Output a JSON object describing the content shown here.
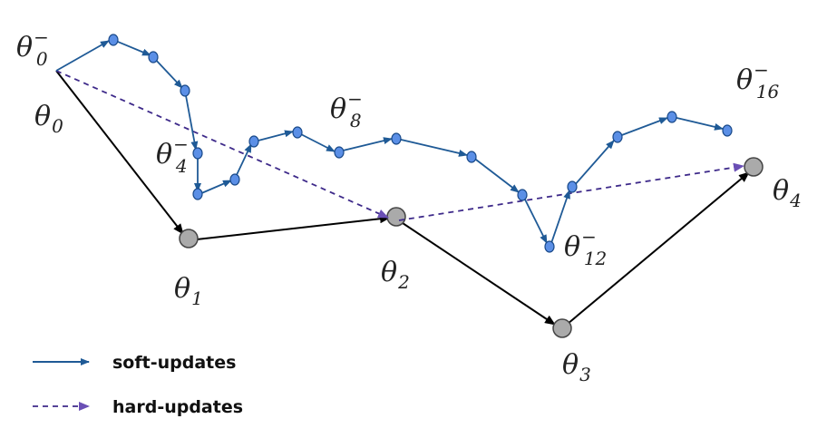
{
  "colors": {
    "soft": "#1f5a96",
    "soft_node_fill": "#5b8fe6",
    "soft_node_stroke": "#1a4a8a",
    "hard": "#3e2a8a",
    "hard_arrow": "#6a4fb5",
    "main": "#000000",
    "main_node_fill": "#aaaaaa",
    "main_node_stroke": "#444444"
  },
  "labels": {
    "theta_0_minus": {
      "base": "θ",
      "sub": "0",
      "sup": "−"
    },
    "theta_0": {
      "base": "θ",
      "sub": "0"
    },
    "theta_4_minus": {
      "base": "θ",
      "sub": "4",
      "sup": "−"
    },
    "theta_8_minus": {
      "base": "θ",
      "sub": "8",
      "sup": "−"
    },
    "theta_12_minus": {
      "base": "θ",
      "sub": "12",
      "sup": "−"
    },
    "theta_16_minus": {
      "base": "θ",
      "sub": "16",
      "sup": "−"
    },
    "theta_1": {
      "base": "θ",
      "sub": "1"
    },
    "theta_2": {
      "base": "θ",
      "sub": "2"
    },
    "theta_3": {
      "base": "θ",
      "sub": "3"
    },
    "theta_4": {
      "base": "θ",
      "sub": "4"
    }
  },
  "legend": {
    "soft": "soft-updates",
    "hard": "hard-updates"
  }
}
